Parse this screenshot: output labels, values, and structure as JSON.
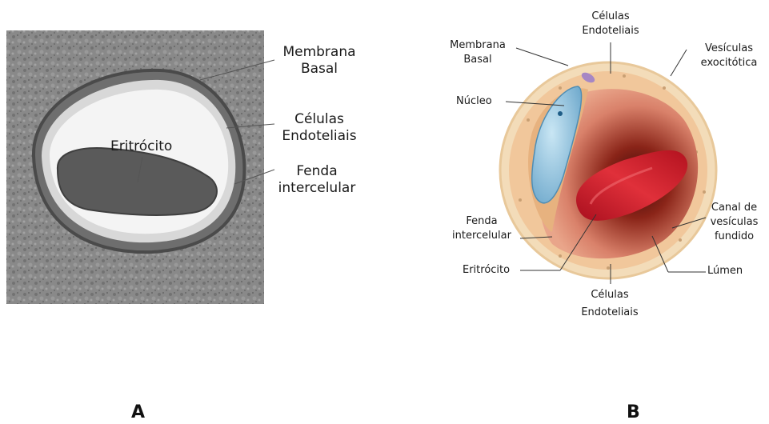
{
  "panel_a": {
    "letter": "A",
    "labels": {
      "membrana_basal_1": "Membrana",
      "membrana_basal_2": "Basal",
      "celulas_endoteliais_1": "Células",
      "celulas_endoteliais_2": "Endoteliais",
      "fenda_1": "Fenda",
      "fenda_2": "intercelular",
      "eritrocito": "Eritrócito"
    }
  },
  "panel_b": {
    "letter": "B",
    "labels": {
      "celulas_top_1": "Células",
      "celulas_top_2": "Endoteliais",
      "membrana_1": "Membrana",
      "membrana_2": "Basal",
      "vesiculas_1": "Vesículas",
      "vesiculas_2": "exocitótica",
      "nucleo": "Núcleo",
      "canal_1": "Canal de",
      "canal_2": "vesículas",
      "canal_3": "fundido",
      "fenda_1": "Fenda",
      "fenda_2": "intercelular",
      "lumen": "Lúmen",
      "eritrocito": "Eritrócito",
      "celulas_bottom_1": "Células",
      "celulas_bottom_2": "Endoteliais"
    }
  }
}
